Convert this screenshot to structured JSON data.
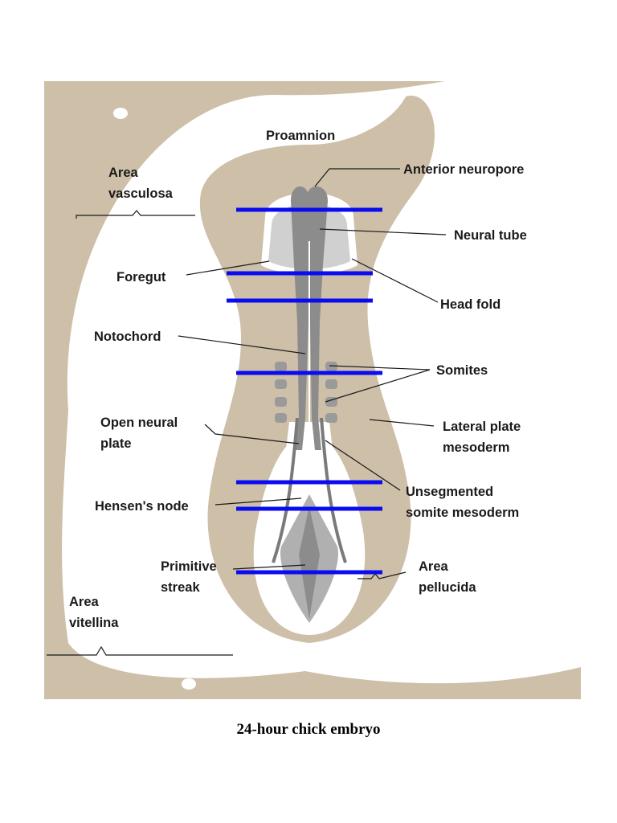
{
  "caption": "24-hour chick embryo",
  "colors": {
    "background_field": "#cdbfa8",
    "white_region": "#ffffff",
    "embryo_gray": "#8c8c8c",
    "embryo_light": "#d0d0d0",
    "somite_gray": "#9a9a9a",
    "section_lines": "#0b0bf0"
  },
  "labels": {
    "proamnion": "Proamnion",
    "anterior_neuropore": "Anterior neuropore",
    "area_vasculosa": [
      "Area",
      "vasculosa"
    ],
    "neural_tube": "Neural tube",
    "foregut": "Foregut",
    "head_fold": "Head fold",
    "notochord": "Notochord",
    "somites": "Somites",
    "open_neural_plate": [
      "Open neural",
      "plate"
    ],
    "lateral_plate_mesoderm": [
      "Lateral plate",
      "mesoderm"
    ],
    "unsegmented_somite_mesoderm": [
      "Unsegmented",
      "somite mesoderm"
    ],
    "hensens_node": "Hensen's node",
    "primitive_streak": [
      "Primitive",
      "streak"
    ],
    "area_pellucida": [
      "Area",
      "pellucida"
    ],
    "area_vitellina": [
      "Area",
      "vitellina"
    ]
  },
  "section_line_count": 7
}
